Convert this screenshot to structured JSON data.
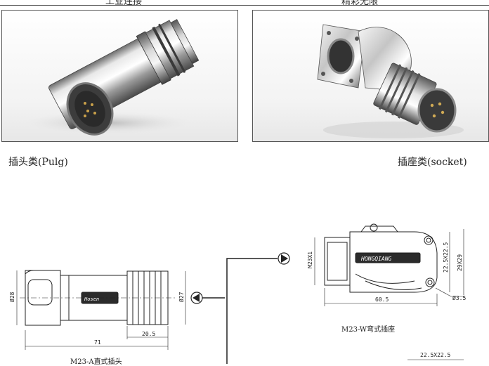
{
  "header": {
    "left_caption": "工业连接",
    "right_caption": "精彩无限"
  },
  "captions": {
    "plug": "插头类(Pulg)",
    "socket": "插座类(socket)"
  },
  "drawings": {
    "plug_title": "M23-A直式插头",
    "socket_title": "M23-W弯式插座",
    "plug_dims": {
      "diameter_left": "Ø28",
      "diameter_right": "Ø27",
      "length_nut": "20.5",
      "length_total": "71"
    },
    "socket_dims": {
      "thread": "M23X1",
      "width": "60.5",
      "hole": "Ø3.5",
      "pitch_inner": "22.5X22.5",
      "pitch_outer": "29X29",
      "pitch_bottom": "22.5X22.5"
    },
    "plug_brand": "Hosen",
    "socket_brand": "HONGQIANG"
  }
}
